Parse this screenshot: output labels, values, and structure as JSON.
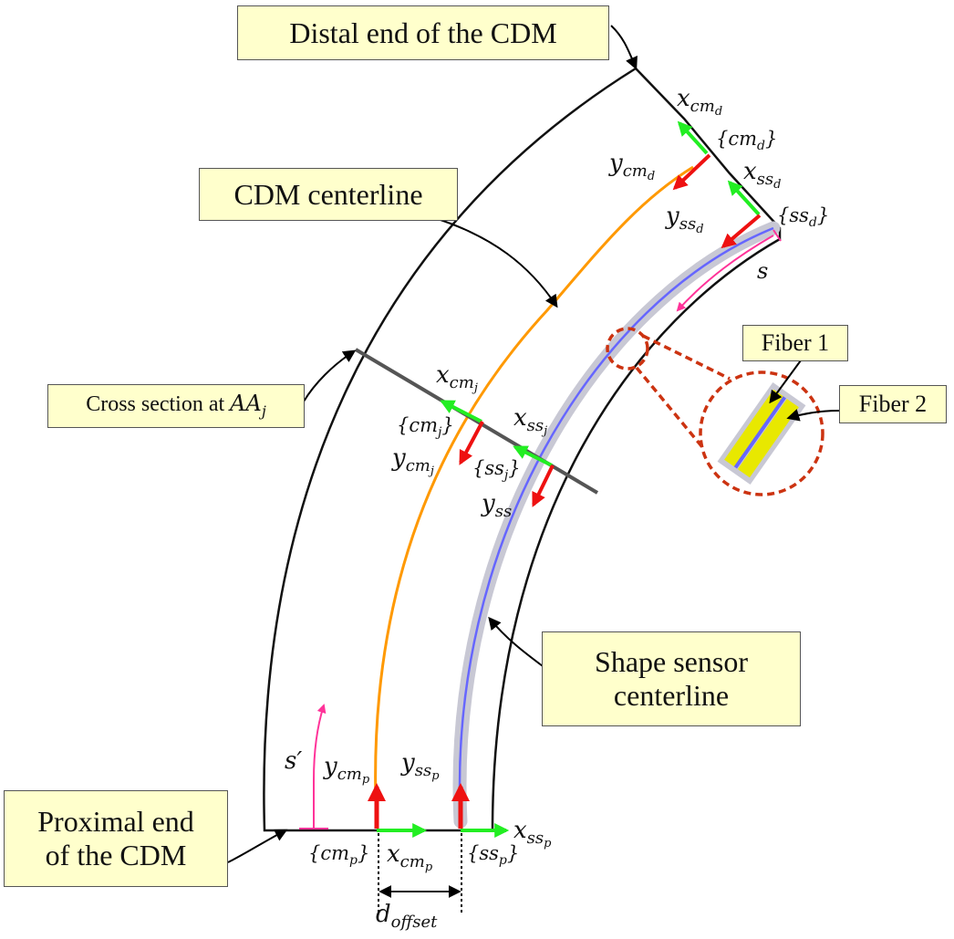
{
  "callouts": {
    "distal": "Distal end of the CDM",
    "centerline": "CDM centerline",
    "cross_section_prefix": "Cross section at ",
    "cross_section_math": "AA",
    "cross_section_sub": "j",
    "fiber1": "Fiber 1",
    "fiber2": "Fiber 2",
    "shape_sensor_line1": "Shape sensor",
    "shape_sensor_line2": "centerline",
    "proximal_line1": "Proximal end",
    "proximal_line2": "of the CDM"
  },
  "labels": {
    "x_cm_d": {
      "base": "x",
      "sub": "cm",
      "subsub": "d"
    },
    "frame_cm_d": {
      "base": "{cm",
      "sub": "d",
      "close": "}"
    },
    "y_cm_d": {
      "base": "y",
      "sub": "cm",
      "subsub": "d"
    },
    "x_ss_d": {
      "base": "x",
      "sub": "ss",
      "subsub": "d"
    },
    "y_ss_d": {
      "base": "y",
      "sub": "ss",
      "subsub": "d"
    },
    "frame_ss_d": {
      "base": "{ss",
      "sub": "d",
      "close": "}"
    },
    "s": "s",
    "x_cm_j": {
      "base": "x",
      "sub": "cm",
      "subsub": "j"
    },
    "frame_cm_j": {
      "base": "{cm",
      "sub": "j",
      "close": "}"
    },
    "y_cm_j": {
      "base": "y",
      "sub": "cm",
      "subsub": "j"
    },
    "x_ss_j": {
      "base": "x",
      "sub": "ss",
      "subsub": "j"
    },
    "frame_ss_j": {
      "base": "{ss",
      "sub": "j",
      "close": "}"
    },
    "y_ss": {
      "base": "y",
      "sub": "ss"
    },
    "s_prime": "s′",
    "y_cm_p": {
      "base": "y",
      "sub": "cm",
      "subsub": "p"
    },
    "y_ss_p": {
      "base": "y",
      "sub": "ss",
      "subsub": "p"
    },
    "frame_cm_p": {
      "base": "{cm",
      "sub": "p",
      "close": "}"
    },
    "x_cm_p": {
      "base": "x",
      "sub": "cm",
      "subsub": "p"
    },
    "frame_ss_p": {
      "base": "{ss",
      "sub": "p",
      "close": "}"
    },
    "x_ss_p": {
      "base": "x",
      "sub": "ss",
      "subsub": "p"
    },
    "d_offset": {
      "base": "d",
      "sub": "offset"
    }
  },
  "colors": {
    "x_axis": "#22ee22",
    "y_axis": "#ee1111",
    "cdm_centerline": "#ff9900",
    "sensor_core": "#6666ff",
    "sensor_sheath": "#c8c8d4",
    "arc_length": "#ff3399",
    "zoom_circle": "#cc3311",
    "fiber_yellow": "#e8e800",
    "callout_fill": "#ffffcc",
    "cross_section": "#555555"
  }
}
